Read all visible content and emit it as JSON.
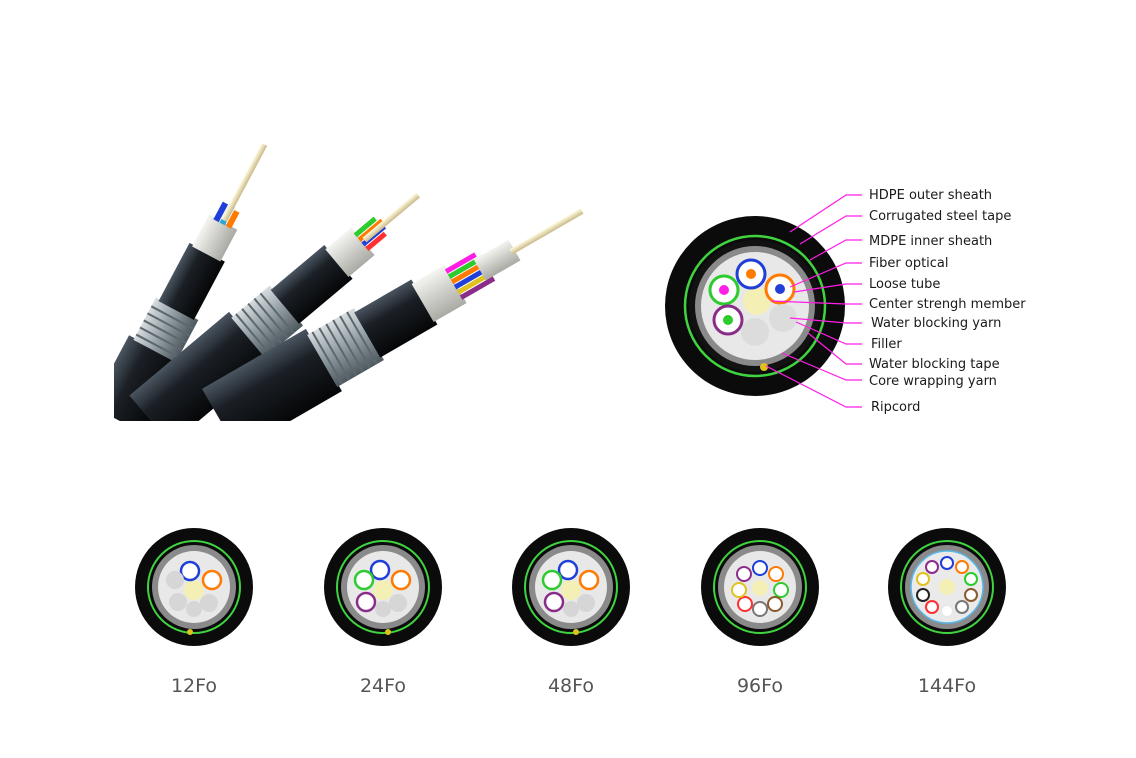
{
  "colors": {
    "callout_line": "#ff1ee6",
    "sheath_green": "#3fd43f",
    "sheath_black": "#0b0b0b",
    "armor_gray": "#8a8a8a",
    "tube_blue": "#1f3fd8",
    "tube_orange": "#ff7a00",
    "tube_green": "#2dcb2d",
    "tube_purple": "#8a2d8a",
    "center_member": "#f3efb5",
    "filler": "#dcdcdc"
  },
  "cross_section": {
    "callouts": [
      {
        "label": "HDPE outer sheath"
      },
      {
        "label": "Corrugated steel tape"
      },
      {
        "label": "MDPE inner sheath"
      },
      {
        "label": "Fiber optical"
      },
      {
        "label": "Loose tube"
      },
      {
        "label": "Center strengh member"
      },
      {
        "label": "Water blocking yarn"
      },
      {
        "label": "Filler"
      },
      {
        "label": "Water blocking tape"
      },
      {
        "label": "Core wrapping yarn"
      },
      {
        "label": "Ripcord"
      }
    ]
  },
  "variants": [
    {
      "label": "12Fo"
    },
    {
      "label": "24Fo"
    },
    {
      "label": "48Fo"
    },
    {
      "label": "96Fo"
    },
    {
      "label": "144Fo"
    }
  ]
}
